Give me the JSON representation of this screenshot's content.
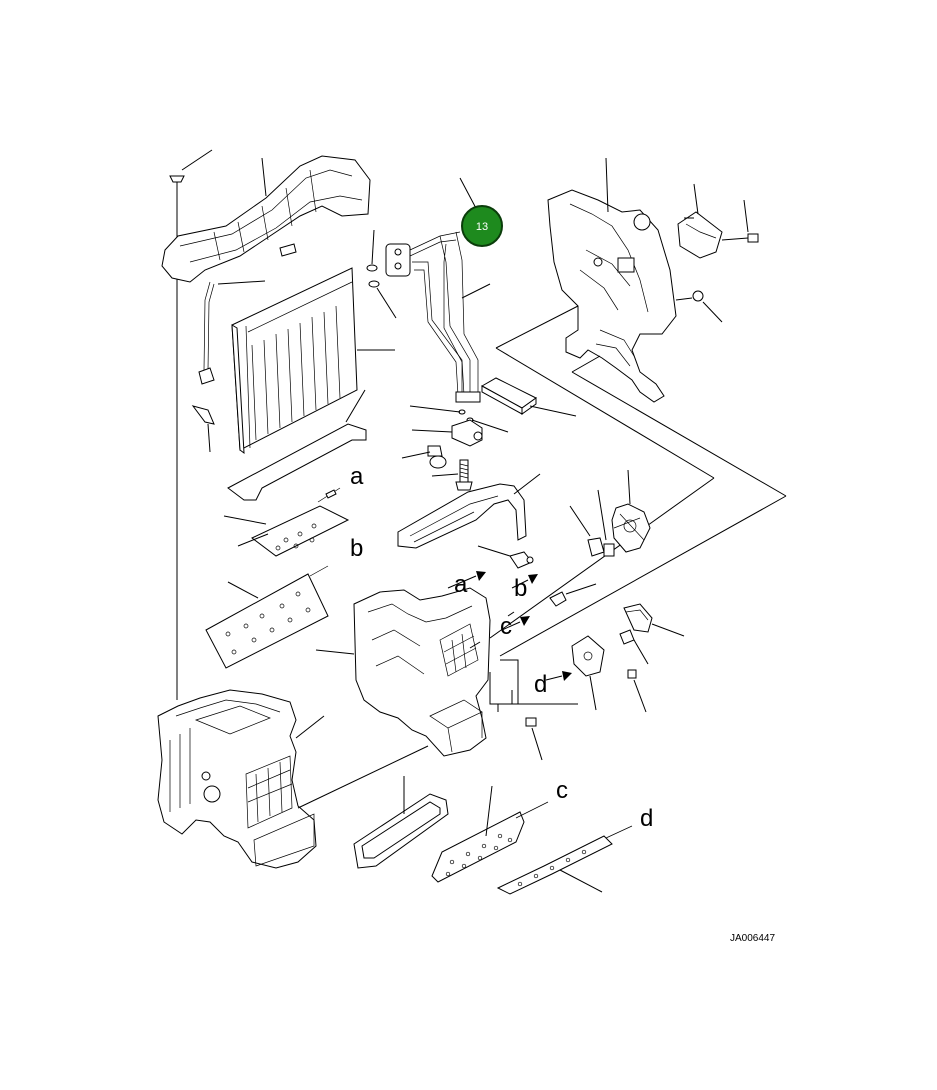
{
  "diagram": {
    "callout": {
      "number": "13",
      "color": "#1e8a1e",
      "text_color": "#ffffff"
    },
    "letters": {
      "a": "a",
      "b": "b",
      "c": "c",
      "d": "d"
    },
    "drawing_id": "JA006447"
  }
}
